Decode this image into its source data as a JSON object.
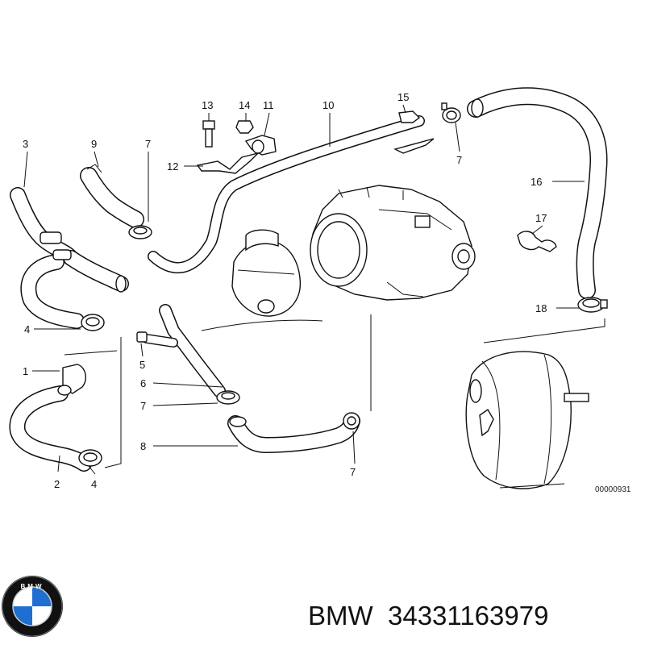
{
  "diagram": {
    "callouts": {
      "c1": "1",
      "c2": "2",
      "c3": "3",
      "c4a": "4",
      "c4b": "4",
      "c5": "5",
      "c6": "6",
      "c7a": "7",
      "c7b": "7",
      "c7c": "7",
      "c7d": "7",
      "c8": "8",
      "c9": "9",
      "c10": "10",
      "c11": "11",
      "c12": "12",
      "c13": "13",
      "c14": "14",
      "c15": "15",
      "c16": "16",
      "c17": "17",
      "c18": "18"
    },
    "reference_code": "00000931"
  },
  "caption": {
    "brand": "BMW",
    "part_number": "34331163979"
  },
  "logo": {
    "text": "BMW",
    "colors": {
      "ring": "#111111",
      "blue": "#1f6fd1",
      "white": "#ffffff"
    }
  }
}
